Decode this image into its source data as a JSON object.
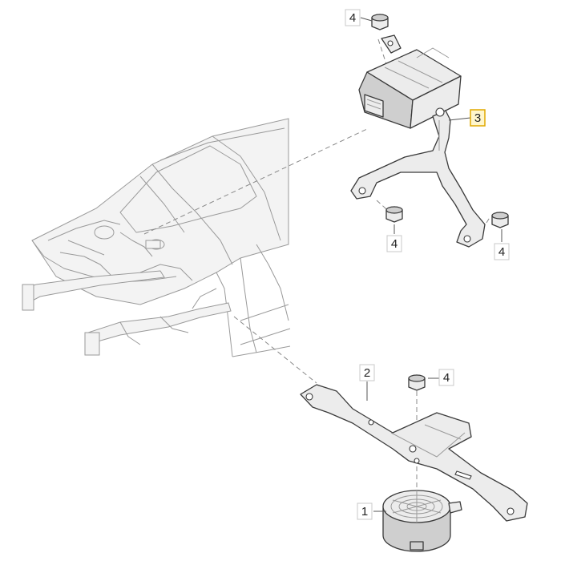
{
  "callouts": {
    "nut_top": "4",
    "bracket_upper": "3",
    "nut_left": "4",
    "nut_right": "4",
    "bracket_lower": "2",
    "nut_lower": "4",
    "horn": "1"
  },
  "colors": {
    "highlight_fill": "#fff6cc",
    "highlight_stroke": "#e0a800",
    "line": "#3a3a3a",
    "body_line": "#9a9a9a"
  }
}
